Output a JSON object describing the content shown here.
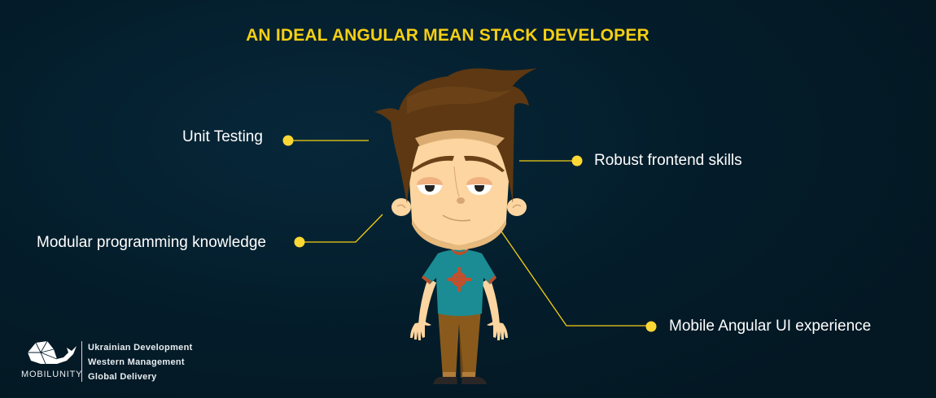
{
  "header": {
    "title": "AN IDEAL ANGULAR MEAN STACK DEVELOPER"
  },
  "skills": [
    {
      "label": "Unit Testing",
      "side": "left"
    },
    {
      "label": "Robust frontend skills",
      "side": "right"
    },
    {
      "label": "Modular programming knowledge",
      "side": "left"
    },
    {
      "label": "Mobile Angular UI experience",
      "side": "right"
    }
  ],
  "character": {
    "icon": "developer-cartoon-illustration",
    "shirt_icon": "angular-crosshair-emblem"
  },
  "brand": {
    "name": "MOBILUNITY",
    "logo_icon": "whale-icon",
    "taglines": [
      "Ukrainian Development",
      "Western Management",
      "Global Delivery"
    ]
  },
  "colors": {
    "accent": "#f5cf12",
    "dot": "#fdd835",
    "background": "#041d2b",
    "text": "#ffffff"
  }
}
